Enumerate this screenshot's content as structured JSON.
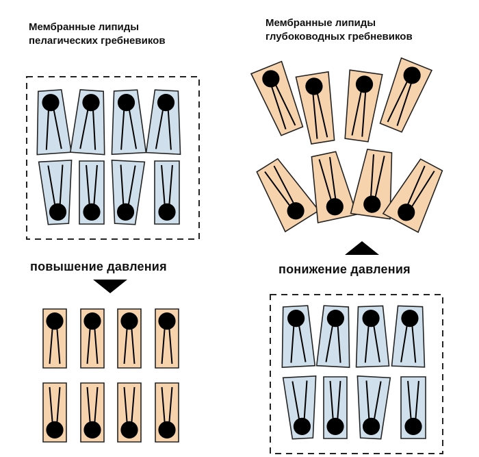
{
  "labels": {
    "pelagic_line1": "Мембранные липиды",
    "pelagic_line2": "пелагических гребневиков",
    "deep_line1": "Мембранные липиды",
    "deep_line2": "глубоководных гребневиков",
    "pressure_increase": "повышение давления",
    "pressure_decrease": "понижение давления"
  },
  "colors": {
    "pelagic_fill": "#cfe0ec",
    "deep_fill": "#f6d3ad",
    "outline": "#222222",
    "head": "#000000"
  },
  "icons": {
    "arrow_down": "triangle-down-icon",
    "arrow_up": "triangle-up-icon"
  }
}
